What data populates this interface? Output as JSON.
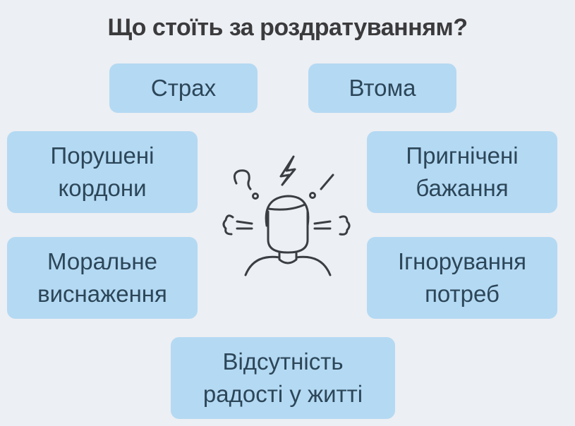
{
  "title": "Що стоїть за роздратуванням?",
  "items": [
    {
      "lines": [
        "Страх"
      ]
    },
    {
      "lines": [
        "Втома"
      ]
    },
    {
      "lines": [
        "Порушені",
        "кордони"
      ]
    },
    {
      "lines": [
        "Пригнічені",
        "бажання"
      ]
    },
    {
      "lines": [
        "Моральне",
        "виснаження"
      ]
    },
    {
      "lines": [
        "Ігнорування",
        "потреб"
      ]
    },
    {
      "lines": [
        "Відсутність",
        "радості у житті"
      ]
    }
  ],
  "colors": {
    "background": "#eceff3",
    "box": "#b4d9f3",
    "text": "#2c4658",
    "title": "#3b3b3d"
  }
}
